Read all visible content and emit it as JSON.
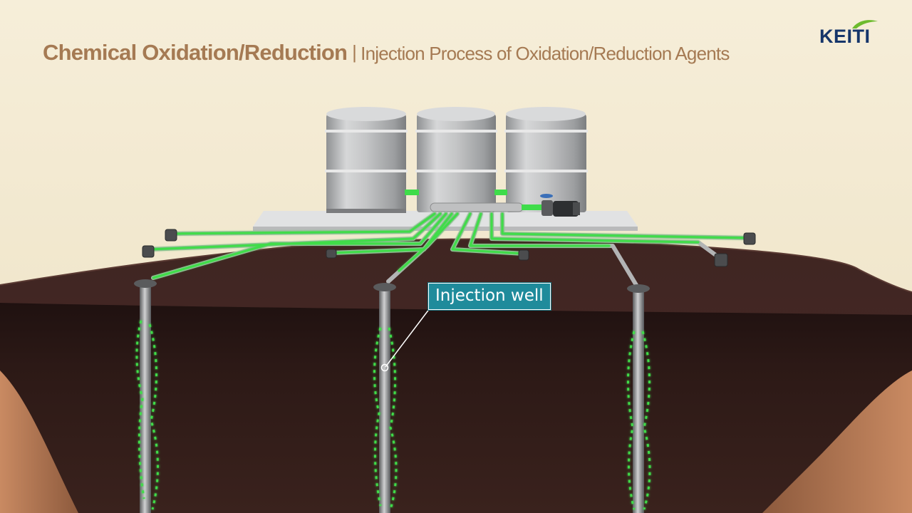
{
  "header": {
    "title_main": "Chemical Oxidation/Reduction",
    "separator": "|",
    "title_sub": "Injection Process of Oxidation/Reduction Agents"
  },
  "logo": {
    "text": "KEITI",
    "icon": "leaf-swoosh-icon"
  },
  "callout": {
    "label": "Injection well"
  },
  "colors": {
    "title": "#a57a53",
    "logo": "#15356a",
    "callout": "#1f8b9b",
    "agent": "#3fdc4a",
    "soil": "#3b201b"
  }
}
